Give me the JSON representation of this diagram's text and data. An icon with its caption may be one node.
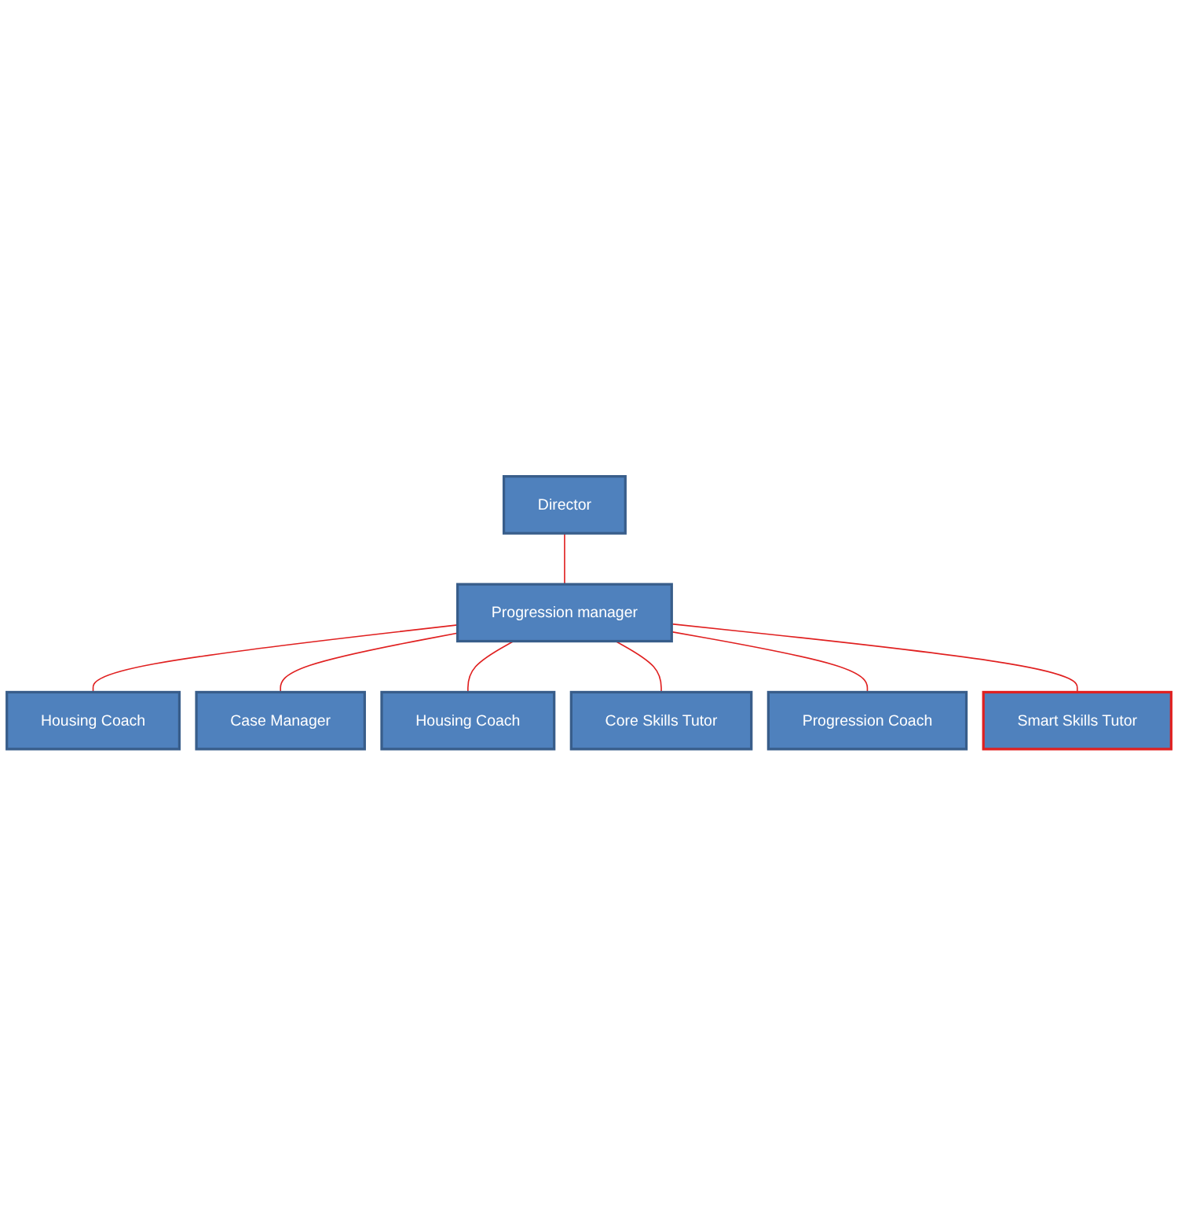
{
  "diagram": {
    "nodes": [
      {
        "text": [
          "Director"
        ]
      },
      {
        "text": [
          "Progression manager"
        ]
      },
      {
        "text": [
          "Housing Coach"
        ]
      },
      {
        "text": [
          "Case Manager"
        ]
      },
      {
        "text": [
          "Housing Coach"
        ]
      },
      {
        "text": [
          "Core Skills Tutor"
        ]
      },
      {
        "text": [
          "Progression Coach"
        ]
      },
      {
        "text": [
          "Smart Skills Tutor"
        ]
      }
    ],
    "edges": [
      {
        "from": 0,
        "to": 1,
        "arrow": "none"
      },
      {
        "from": 1,
        "to": 2,
        "arrow": "none"
      },
      {
        "from": 1,
        "to": 3,
        "arrow": "none"
      },
      {
        "from": 1,
        "to": 4,
        "arrow": "none"
      },
      {
        "from": 1,
        "to": 5,
        "arrow": "none"
      },
      {
        "from": 1,
        "to": 6,
        "arrow": "none"
      },
      {
        "from": 1,
        "to": 7,
        "arrow": "none"
      }
    ]
  }
}
